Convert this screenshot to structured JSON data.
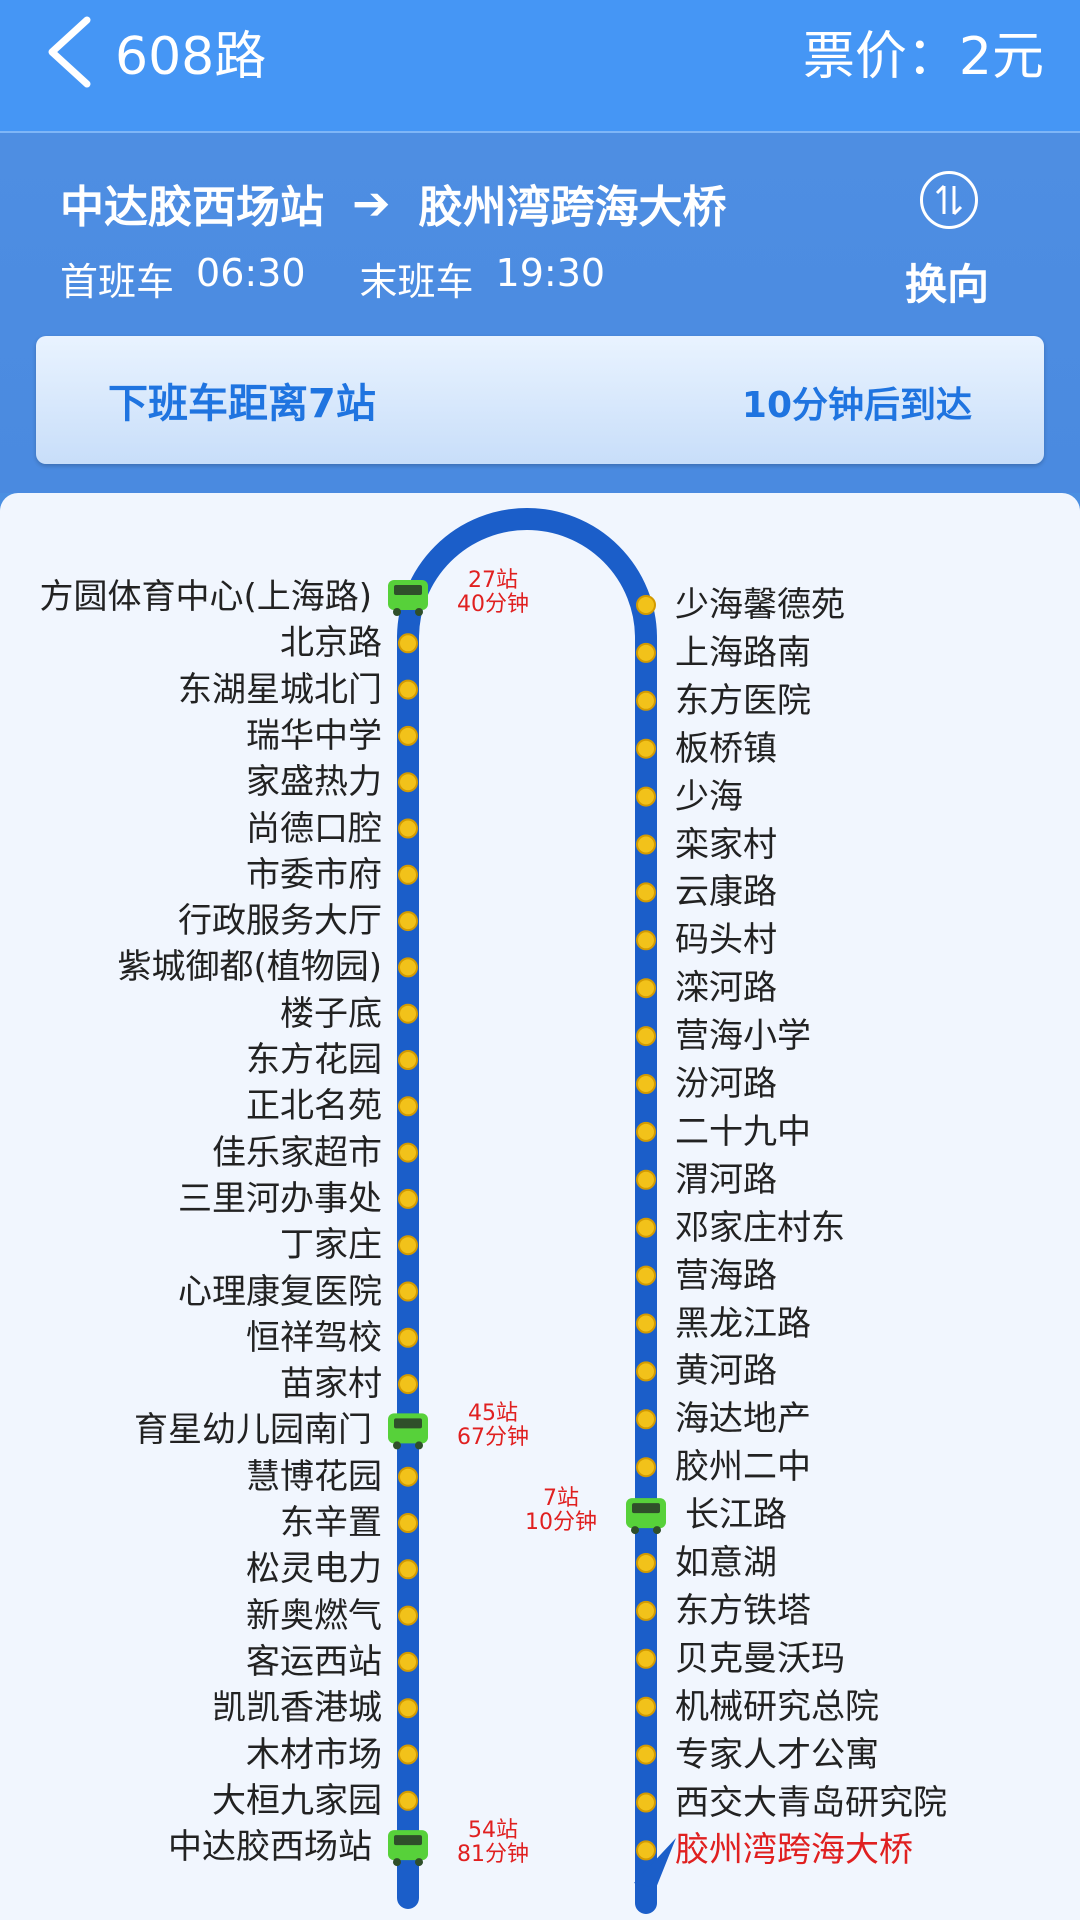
{
  "header": {
    "route": "608路",
    "fare": "票价：2元"
  },
  "direction": {
    "from": "中达胶西场站",
    "arrow": "➔",
    "to": "胶州湾跨海大桥",
    "first_label": "首班车",
    "first_time": "06:30",
    "last_label": "末班车",
    "last_time": "19:30",
    "swap_label": "换向"
  },
  "next_bus": {
    "distance": "下班车距离7站",
    "eta": "10分钟后到达"
  },
  "left_stops": [
    "方圆体育中心(上海路)",
    "北京路",
    "东湖星城北门",
    "瑞华中学",
    "家盛热力",
    "尚德口腔",
    "市委市府",
    "行政服务大厅",
    "紫城御都(植物园)",
    "楼子底",
    "东方花园",
    "正北名苑",
    "佳乐家超市",
    "三里河办事处",
    "丁家庄",
    "心理康复医院",
    "恒祥驾校",
    "苗家村",
    "育星幼儿园南门",
    "慧博花园",
    "东辛置",
    "松灵电力",
    "新奥燃气",
    "客运西站",
    "凯凯香港城",
    "木材市场",
    "大桓九家园",
    "中达胶西场站"
  ],
  "right_stops": [
    "少海馨德苑",
    "上海路南",
    "东方医院",
    "板桥镇",
    "少海",
    "栾家村",
    "云康路",
    "码头村",
    "滦河路",
    "营海小学",
    "汾河路",
    "二十九中",
    "渭河路",
    "邓家庄村东",
    "营海路",
    "黑龙江路",
    "黄河路",
    "海达地产",
    "胶州二中",
    "长江路",
    "如意湖",
    "东方铁塔",
    "贝克曼沃玛",
    "机械研究总院",
    "专家人才公寓",
    "西交大青岛研究院",
    "胶州湾跨海大桥"
  ],
  "buses": [
    {
      "side": "left",
      "stop_index": 0,
      "stations": "27站",
      "minutes": "40分钟"
    },
    {
      "side": "left",
      "stop_index": 18,
      "stations": "45站",
      "minutes": "67分钟"
    },
    {
      "side": "left",
      "stop_index": 27,
      "stations": "54站",
      "minutes": "81分钟"
    },
    {
      "side": "right",
      "stop_index": 19,
      "stations": "7站",
      "minutes": "10分钟"
    }
  ],
  "colors": {
    "route": "#1b5ec9",
    "stop": "#f2c21a",
    "bus": "#57d13a",
    "highlight": "#e02020"
  }
}
